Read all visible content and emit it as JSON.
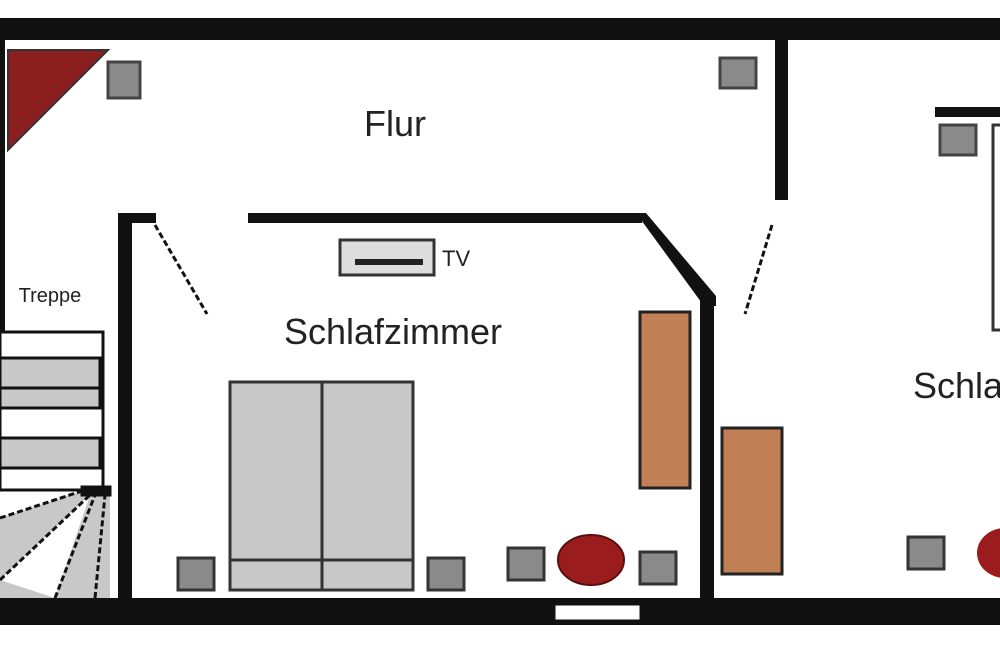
{
  "rooms": {
    "hallway": "Flur",
    "bedroom": "Schlafzimmer",
    "bedroom_right_partial": "Schla",
    "stairs": "Treppe"
  },
  "furniture_labels": {
    "tv": "TV"
  },
  "colors": {
    "wall": "#111111",
    "wardrobe": "#C17F55",
    "table": "#9B1C1C",
    "chimney": "#8B1E1E",
    "chair": "#8A8A8A",
    "bed": "#C8C8C8"
  }
}
